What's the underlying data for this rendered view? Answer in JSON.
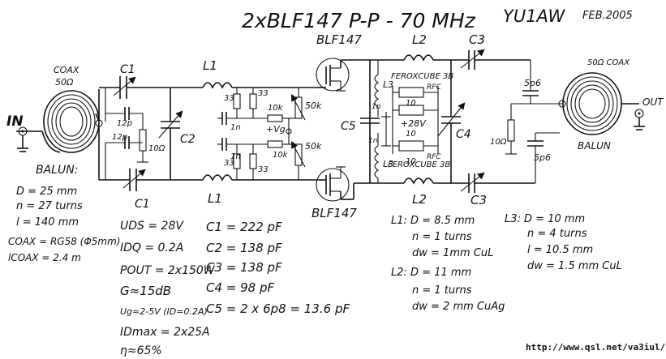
{
  "header": {
    "title": "2xBLF147 P-P - 70 MHz",
    "callsign": "YU1AW",
    "date": "FEB.2005"
  },
  "input": {
    "in_label": "IN",
    "coax_label": "COAX",
    "impedance": "50Ω",
    "balun_label": "BALUN:"
  },
  "output": {
    "out_label": "OUT",
    "coax_label": "50Ω COAX",
    "balun_label": "BALUN"
  },
  "components": {
    "c1_top": "C1",
    "c1_bottom": "C1",
    "c2": "C2",
    "cap_12p_top": "12p",
    "cap_12p_bottom": "12p",
    "res_10_input": "10Ω",
    "l1_top": "L1",
    "l1_bottom": "L1",
    "r33_a": "33",
    "r33_b": "33",
    "r33_c": "33",
    "r33_d": "33",
    "cap_1n_top": "1n",
    "cap_1n_bottom": "1n",
    "r10k_top": "10k",
    "r10k_bottom": "10k",
    "pot_50k_top": "50k",
    "pot_50k_bottom": "50k",
    "vg": "+Vg",
    "blf_top": "BLF147",
    "blf_bottom": "BLF147",
    "l2_top": "L2",
    "l2_bottom": "L2",
    "l3_top": "L3",
    "l3_bottom": "L3",
    "ferox_top": "FEROXCUBE 3B",
    "ferox_bottom": "FEROXCUBE 3B",
    "rfc_top": "RFC",
    "rfc_bottom": "RFC",
    "r10_a": "10",
    "r10_b": "10",
    "r10_c": "10",
    "supply": "+28V",
    "cap_1n_c5_top": "1n",
    "cap_1n_c5_bottom": "1n",
    "c5": "C5",
    "c4": "C4",
    "c3_top": "C3",
    "c3_bottom": "C3",
    "cap_5p6_top": "5p6",
    "cap_5p6_bottom": "5p6",
    "res_10_output": "10Ω"
  },
  "specs": {
    "balun_in": [
      "D = 25 mm",
      "n = 27 turns",
      "l = 140 mm",
      "COAX = RG58 (Φ5mm)",
      "lCOAX = 2.4 m"
    ],
    "ratings": [
      "UDS = 28V",
      "IDQ = 0.2A",
      "POUT = 2x150W",
      "G≈15dB",
      "Ug≈2-5V (ID=0.2A)",
      "IDmax = 2x25A",
      "η≈65%"
    ],
    "caps": [
      "C1 = 222 pF",
      "C2 = 138 pF",
      "C3 = 138 pF",
      "C4 = 98 pF",
      "C5 = 2 x 6p8 = 13.6 pF"
    ],
    "l1": [
      "L1: D = 8.5 mm",
      "n = 1 turns",
      "dw = 1mm CuL"
    ],
    "l2": [
      "L2: D = 11 mm",
      "n = 1 turns",
      "dw = 2 mm CuAg"
    ],
    "l3": [
      "L3: D = 10 mm",
      "n = 4 turns",
      "l = 10.5 mm",
      "dw = 1.5 mm CuL"
    ]
  },
  "url": "http://www.qsl.net/va3iul/"
}
